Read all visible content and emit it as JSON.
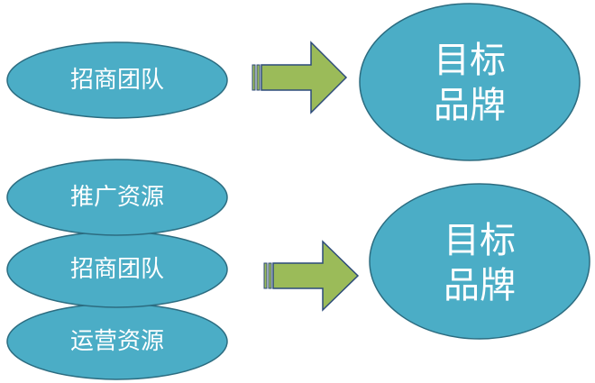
{
  "colors": {
    "oval_fill": "#4badc6",
    "oval_stroke": "#2c6c80",
    "arrow_fill": "#9bbb59",
    "arrow_stroke": "#2c4a7a",
    "text": "#ffffff"
  },
  "group_top": {
    "source": "招商团队",
    "target_line1": "目标",
    "target_line2": "品牌"
  },
  "group_bottom": {
    "sources": [
      "推广资源",
      "招商团队",
      "运营资源"
    ],
    "target_line1": "目标",
    "target_line2": "品牌"
  }
}
